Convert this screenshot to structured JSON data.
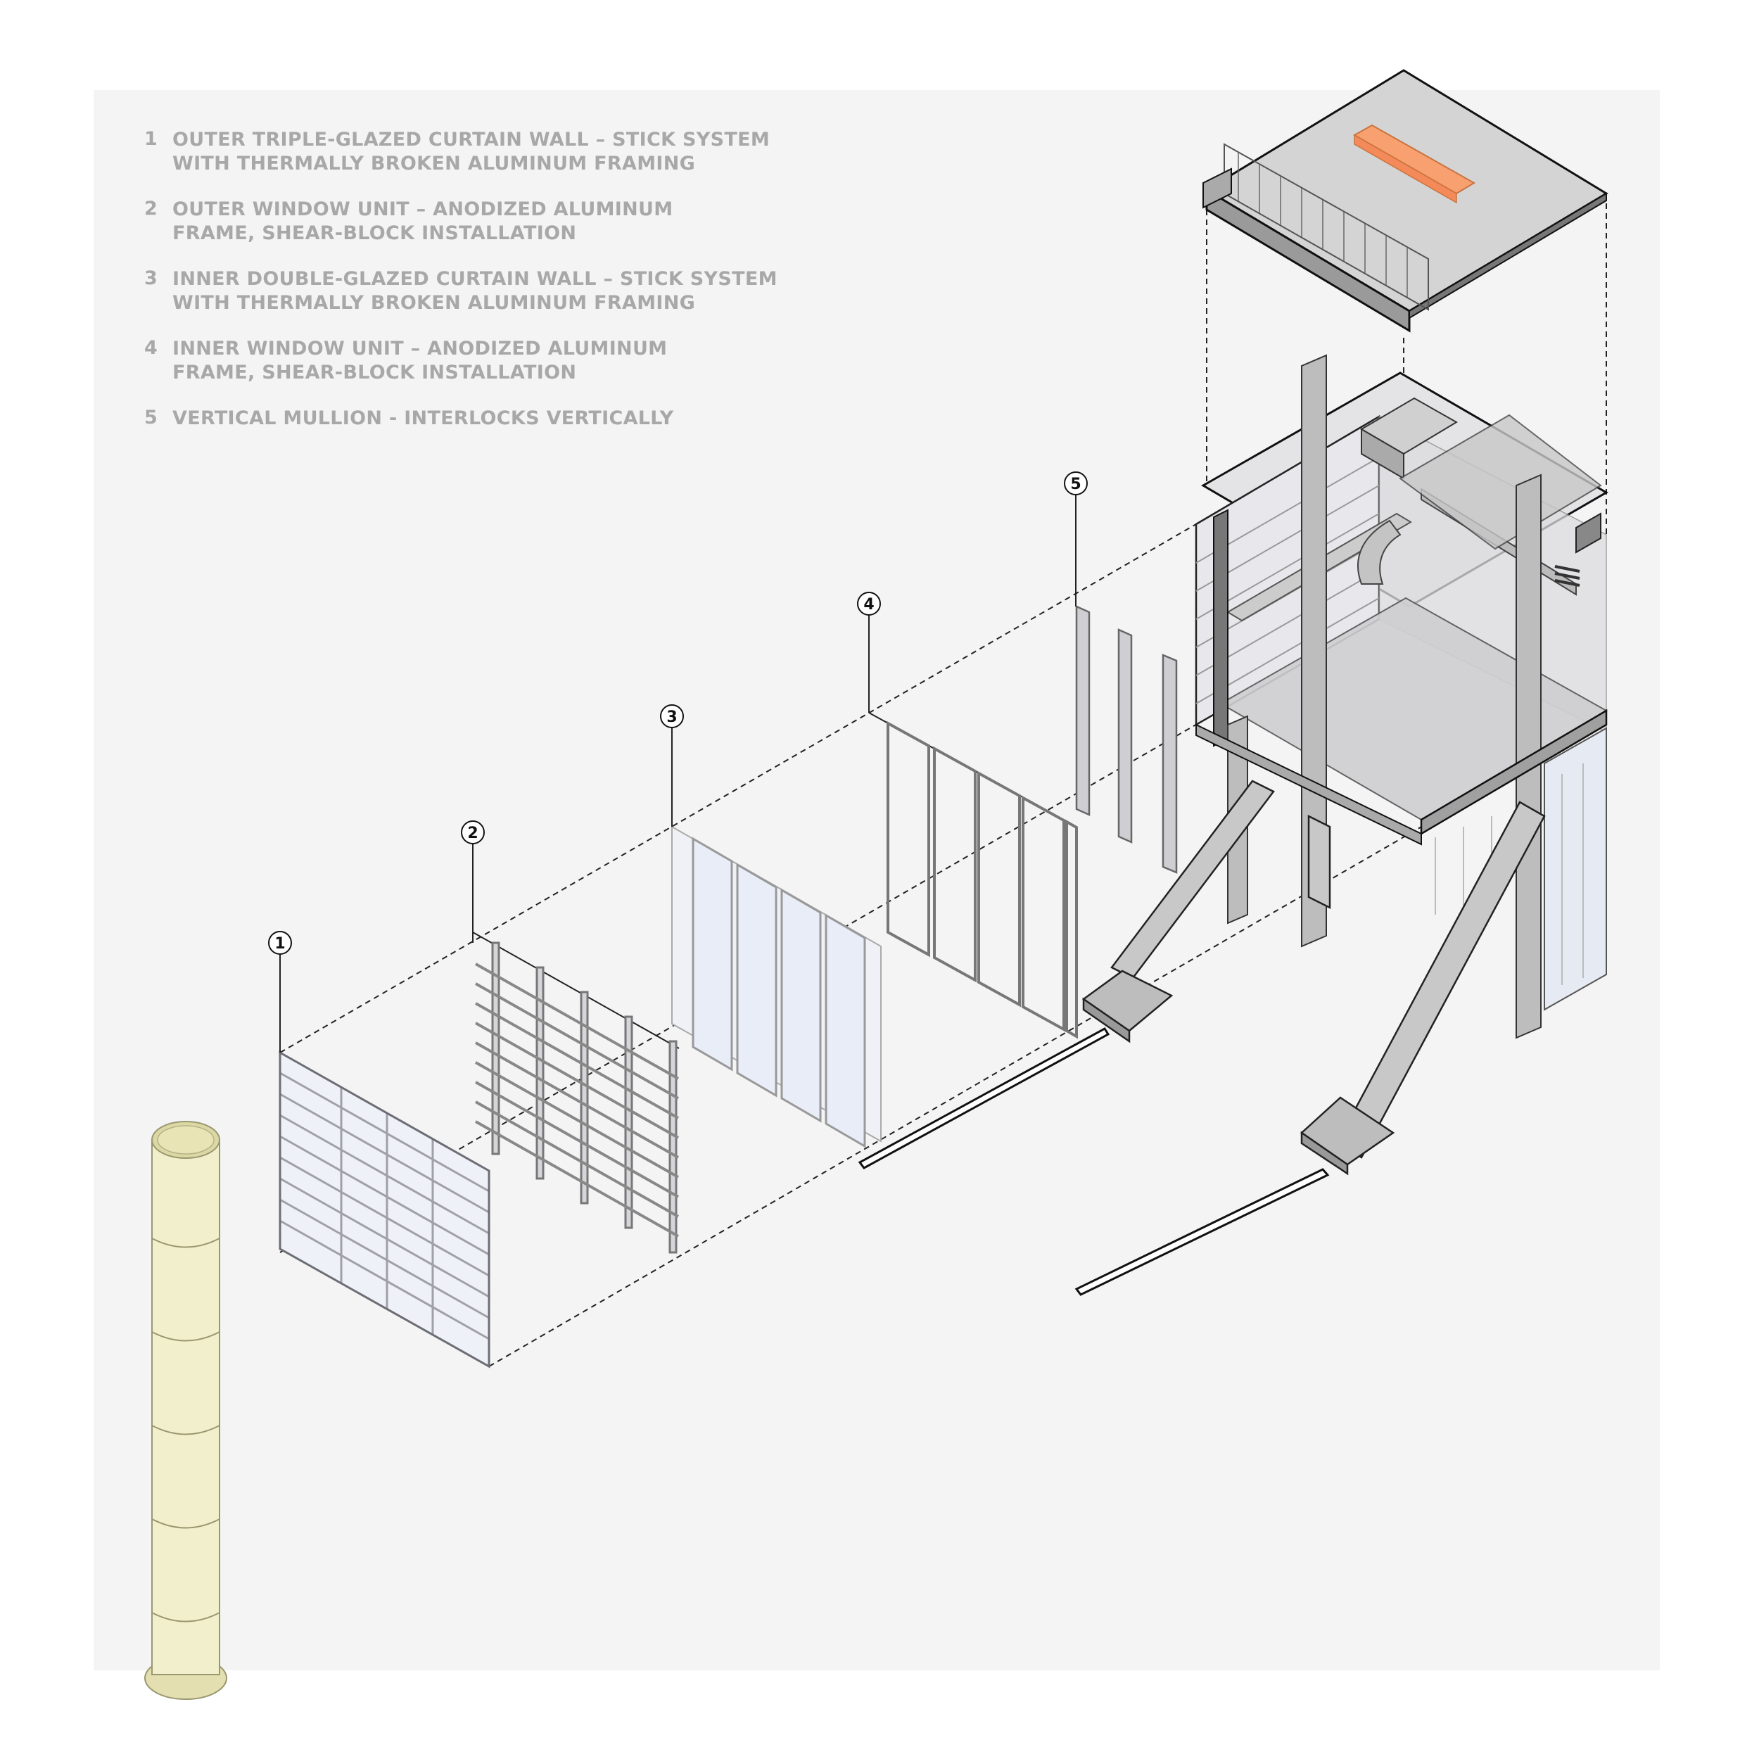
{
  "legend": {
    "items": [
      {
        "num": "1",
        "line1": "OUTER TRIPLE-GLAZED CURTAIN WALL –  STICK SYSTEM",
        "line2": "WITH THERMALLY BROKEN ALUMINUM FRAMING"
      },
      {
        "num": "2",
        "line1": "OUTER WINDOW UNIT – ANODIZED ALUMINUM",
        "line2": "FRAME, SHEAR-BLOCK INSTALLATION"
      },
      {
        "num": "3",
        "line1": "INNER DOUBLE-GLAZED CURTAIN WALL – STICK SYSTEM",
        "line2": "WITH THERMALLY BROKEN ALUMINUM FRAMING"
      },
      {
        "num": "4",
        "line1": "INNER WINDOW UNIT – ANODIZED ALUMINUM",
        "line2": "FRAME, SHEAR-BLOCK INSTALLATION"
      },
      {
        "num": "5",
        "line1": "VERTICAL MULLION - INTERLOCKS VERTICALLY",
        "line2": ""
      }
    ]
  },
  "callouts": {
    "c1": "1",
    "c2": "2",
    "c3": "3",
    "c4": "4",
    "c5": "5"
  },
  "colors": {
    "panel": "#f4f4f4",
    "legend_text": "#a8a8a8",
    "accent_orange": "#f8a070",
    "column_yellow": "#f2f0cc",
    "steel_gray": "#c8c8c8"
  }
}
